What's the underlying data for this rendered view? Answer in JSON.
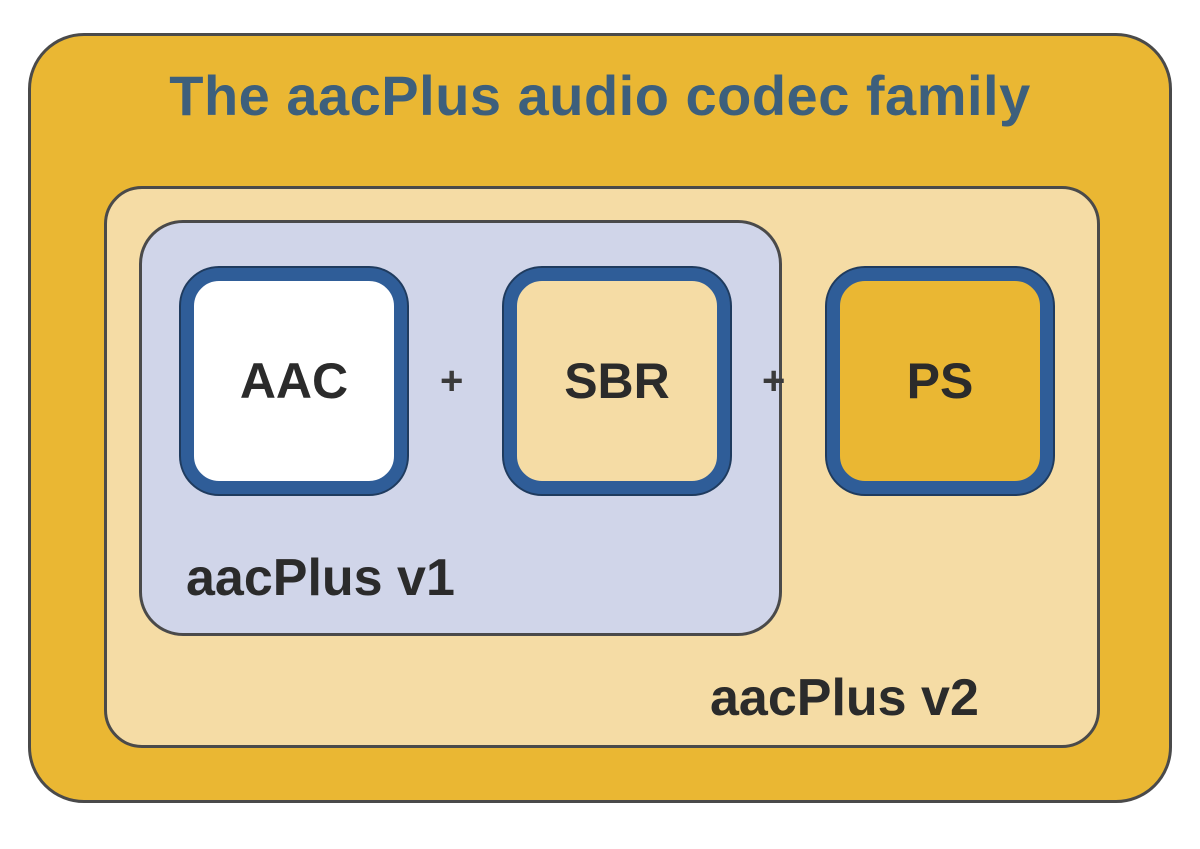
{
  "title": "The aacPlus audio codec family",
  "modules": [
    {
      "label": "AAC"
    },
    {
      "label": "SBR"
    },
    {
      "label": "PS"
    }
  ],
  "operators": [
    "+",
    "+"
  ],
  "groups": {
    "v1_label": "aacPlus v1",
    "v2_label": "aacPlus v2"
  },
  "colors": {
    "outer_fill": "#eab733",
    "v2_fill": "#f5dca5",
    "v1_fill": "#d0d5e9",
    "module_border": "#2f5d98",
    "title_text": "#3d5f7c"
  }
}
